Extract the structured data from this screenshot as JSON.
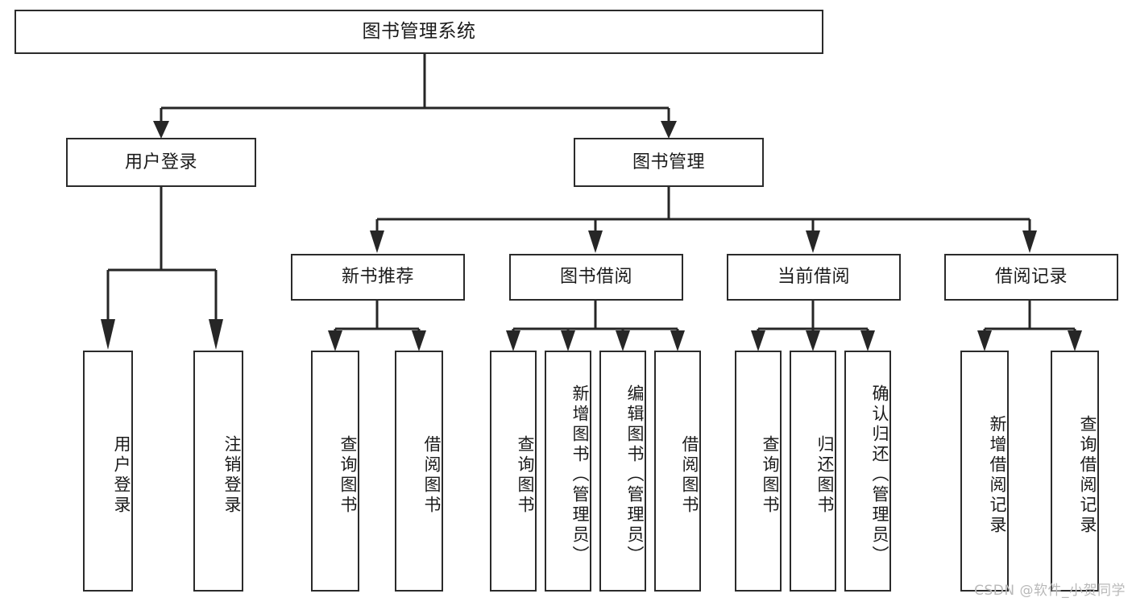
{
  "diagram": {
    "type": "tree-hierarchy",
    "title": "图书管理系统",
    "orientation": "top-down",
    "watermark": "CSDN @软件_小贺同学",
    "stroke_color": "#262626",
    "fill_color": "#ffffff",
    "nodes": {
      "root": {
        "label": "图书管理系统",
        "level": 0
      },
      "level1": [
        {
          "id": "user-login",
          "label": "用户登录"
        },
        {
          "id": "book-manage",
          "label": "图书管理"
        }
      ],
      "level2": [
        {
          "id": "new-book-recommend",
          "label": "新书推荐",
          "parent": "book-manage"
        },
        {
          "id": "book-borrow",
          "label": "图书借阅",
          "parent": "book-manage"
        },
        {
          "id": "current-borrow",
          "label": "当前借阅",
          "parent": "book-manage"
        },
        {
          "id": "borrow-record",
          "label": "借阅记录",
          "parent": "book-manage"
        }
      ],
      "leaves": {
        "user-login": [
          {
            "id": "leaf-user-login",
            "label": "用户登录"
          },
          {
            "id": "leaf-logout",
            "label": "注销登录"
          }
        ],
        "new-book-recommend": [
          {
            "id": "leaf-query-book-1",
            "label": "查询图书"
          },
          {
            "id": "leaf-borrow-book-1",
            "label": "借阅图书"
          }
        ],
        "book-borrow": [
          {
            "id": "leaf-query-book-2",
            "label": "查询图书"
          },
          {
            "id": "leaf-add-book",
            "label": "新增图书（管理员）"
          },
          {
            "id": "leaf-edit-book",
            "label": "编辑图书（管理员）"
          },
          {
            "id": "leaf-borrow-book-2",
            "label": "借阅图书"
          }
        ],
        "current-borrow": [
          {
            "id": "leaf-query-book-3",
            "label": "查询图书"
          },
          {
            "id": "leaf-return-book",
            "label": "归还图书"
          },
          {
            "id": "leaf-confirm-return",
            "label": "确认归还（管理员）"
          }
        ],
        "borrow-record": [
          {
            "id": "leaf-add-record",
            "label": "新增借阅记录"
          },
          {
            "id": "leaf-query-record",
            "label": "查询借阅记录"
          }
        ]
      }
    }
  }
}
